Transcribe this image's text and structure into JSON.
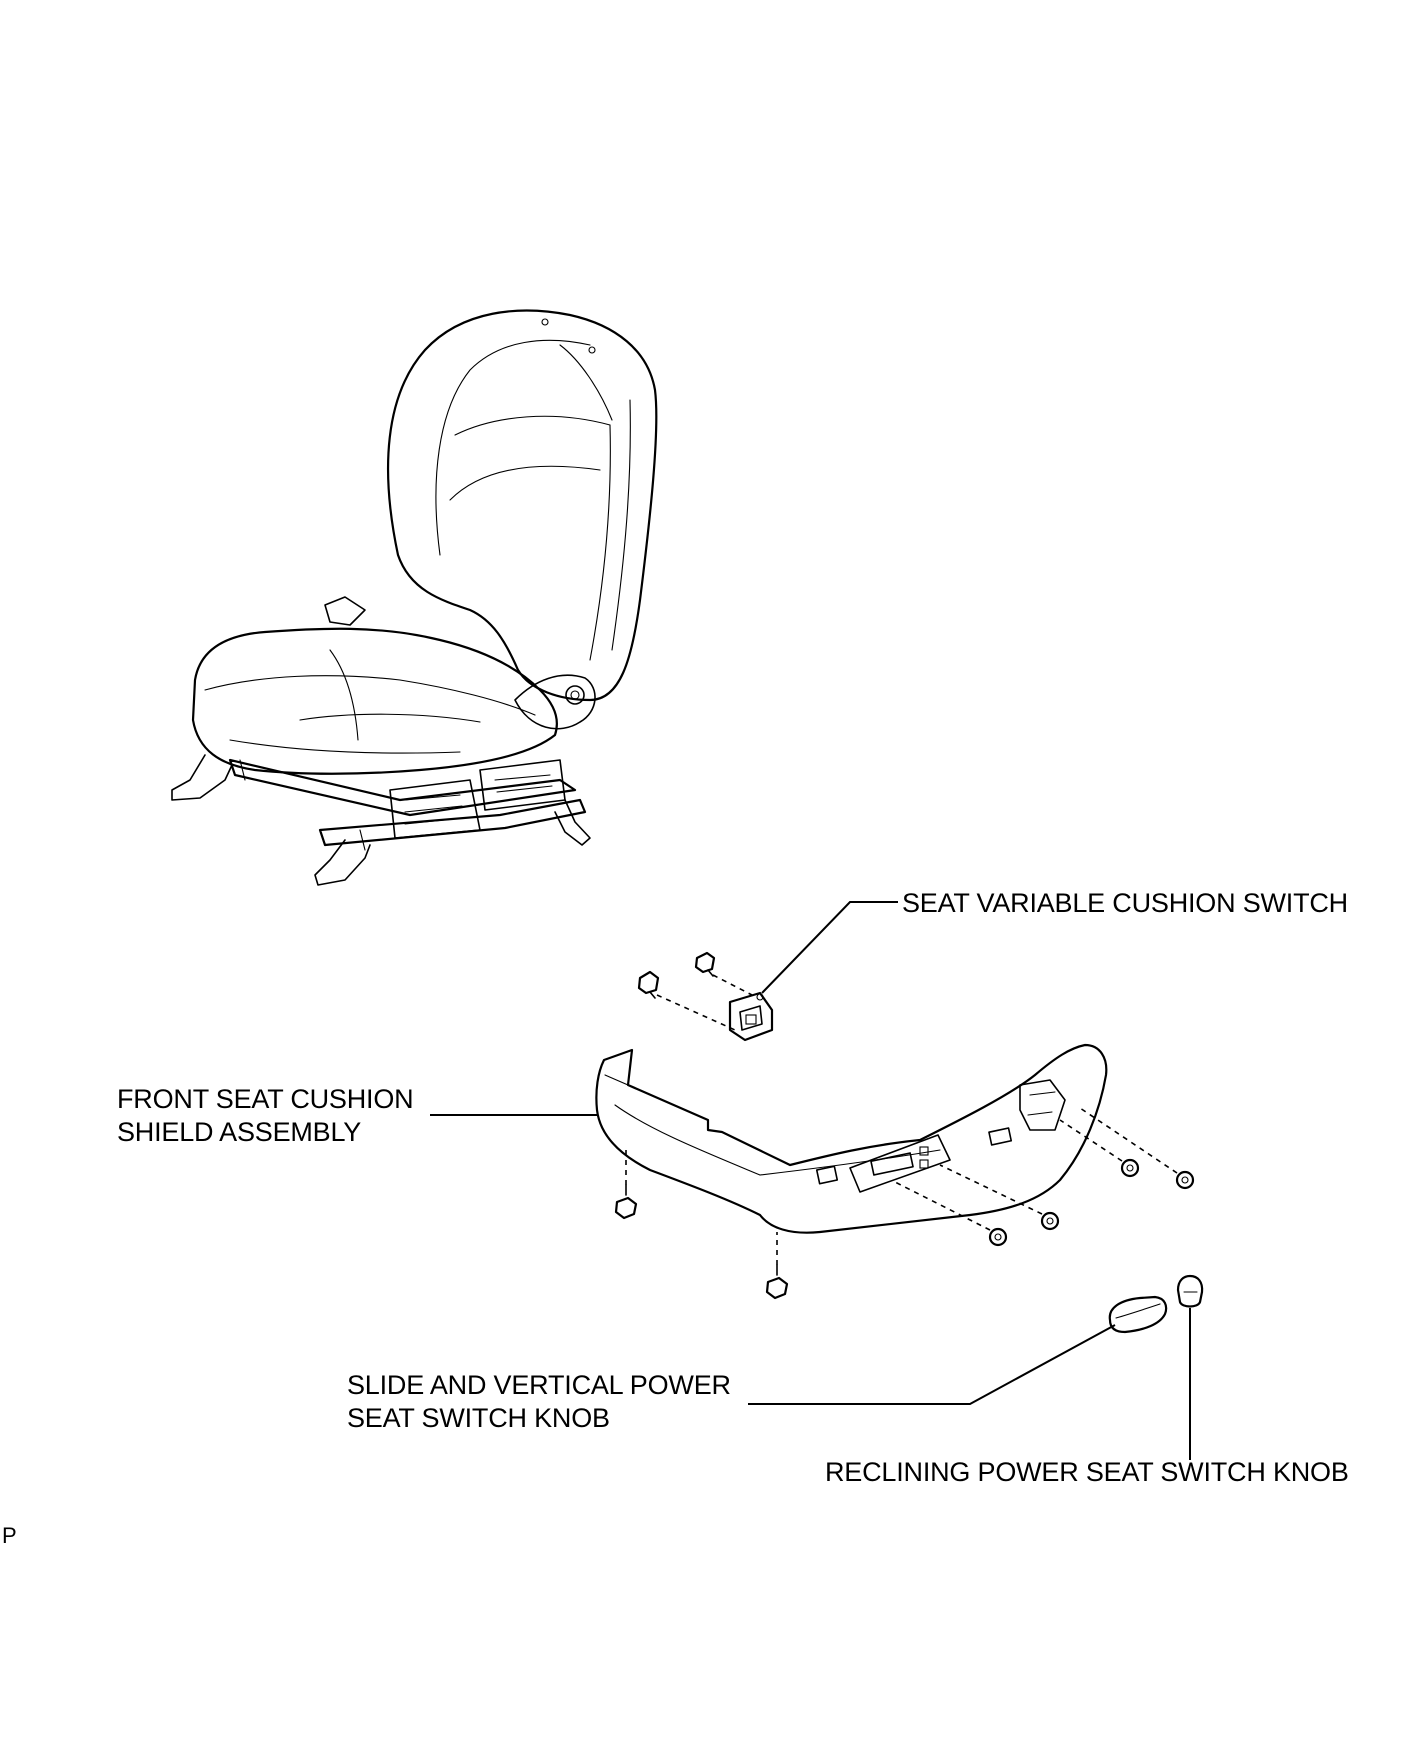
{
  "callouts": {
    "seat_variable_cushion_switch": "SEAT VARIABLE CUSHION SWITCH",
    "front_seat_cushion_shield_line1": "FRONT SEAT CUSHION",
    "front_seat_cushion_shield_line2": "SHIELD ASSEMBLY",
    "slide_vertical_knob_line1": "SLIDE AND VERTICAL POWER",
    "slide_vertical_knob_line2": "SEAT SWITCH KNOB",
    "reclining_knob": "RECLINING POWER SEAT SWITCH KNOB"
  },
  "figure_code": "P"
}
